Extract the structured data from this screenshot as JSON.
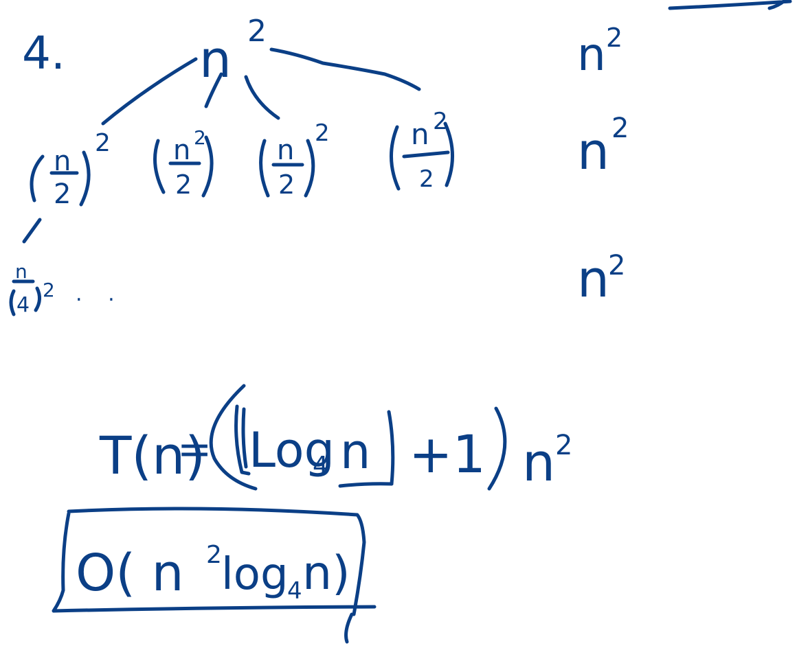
{
  "ink_color": "#0b3f86",
  "problem": {
    "number": "4."
  },
  "tree": {
    "root": {
      "base": "n",
      "exp": "2"
    },
    "level1": [
      {
        "num": "n",
        "den": "2",
        "exp": "2"
      },
      {
        "num": "n",
        "den": "2",
        "exp": "2"
      },
      {
        "num": "n",
        "den": "2",
        "exp": "2"
      },
      {
        "num": "n",
        "den": "2",
        "exp": "2"
      }
    ],
    "level2": {
      "num": "n",
      "den": "4",
      "exp": "2",
      "ellipsis": ". ."
    }
  },
  "level_costs": [
    {
      "base": "n",
      "exp": "2"
    },
    {
      "base": "n",
      "exp": "2"
    },
    {
      "base": "n",
      "exp": "2"
    }
  ],
  "recurrence": {
    "lhs": "T(n)",
    "equals": "=",
    "log": "Log",
    "log_base": "4",
    "log_arg": "n",
    "plus_one": "+1",
    "n": "n",
    "n_exp": "2"
  },
  "answer": {
    "text": "O( n",
    "exp": "2",
    "log": "log",
    "log_base": "4",
    "tail": "n)"
  }
}
